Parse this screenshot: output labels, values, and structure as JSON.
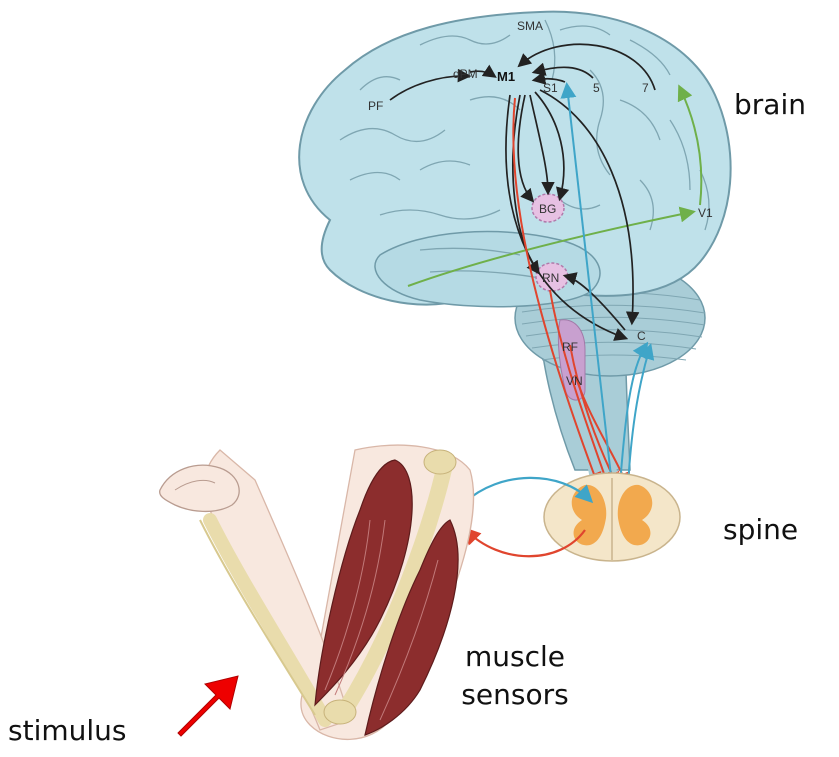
{
  "labels": {
    "brain": "brain",
    "spine": "spine",
    "muscle_line1": "muscle",
    "muscle_line2": "sensors",
    "stimulus": "stimulus"
  },
  "regions": {
    "sma": "SMA",
    "pf": "PF",
    "dpm": "dPM",
    "m1": "M1",
    "s1": "S1",
    "area5": "5",
    "area7": "7",
    "v1": "V1",
    "bg": "BG",
    "rn": "RN",
    "c": "C",
    "rf": "RF",
    "vn": "VN"
  },
  "colors": {
    "brain_fill": "#bfe1ea",
    "brain_stroke": "#6f9aa8",
    "cerebellum_fill": "#a9cdd7",
    "nucleus_fill": "#e7c1e3",
    "nucleus_stroke": "#b07aaa",
    "brainstem_nucleus": "#c8a0cf",
    "motor_pathway": "#e0452e",
    "sensory_pathway": "#3fa5c8",
    "visual_pathway": "#6fb04a",
    "cortical_pathway": "#222222",
    "spinal_cord": "#f4e6c9",
    "gray_matter": "#f2a94e",
    "muscle": "#8c2d2d",
    "bone": "#e9dcac",
    "skin": "#f8e8df",
    "stimulus_arrow": "#ee0000"
  }
}
